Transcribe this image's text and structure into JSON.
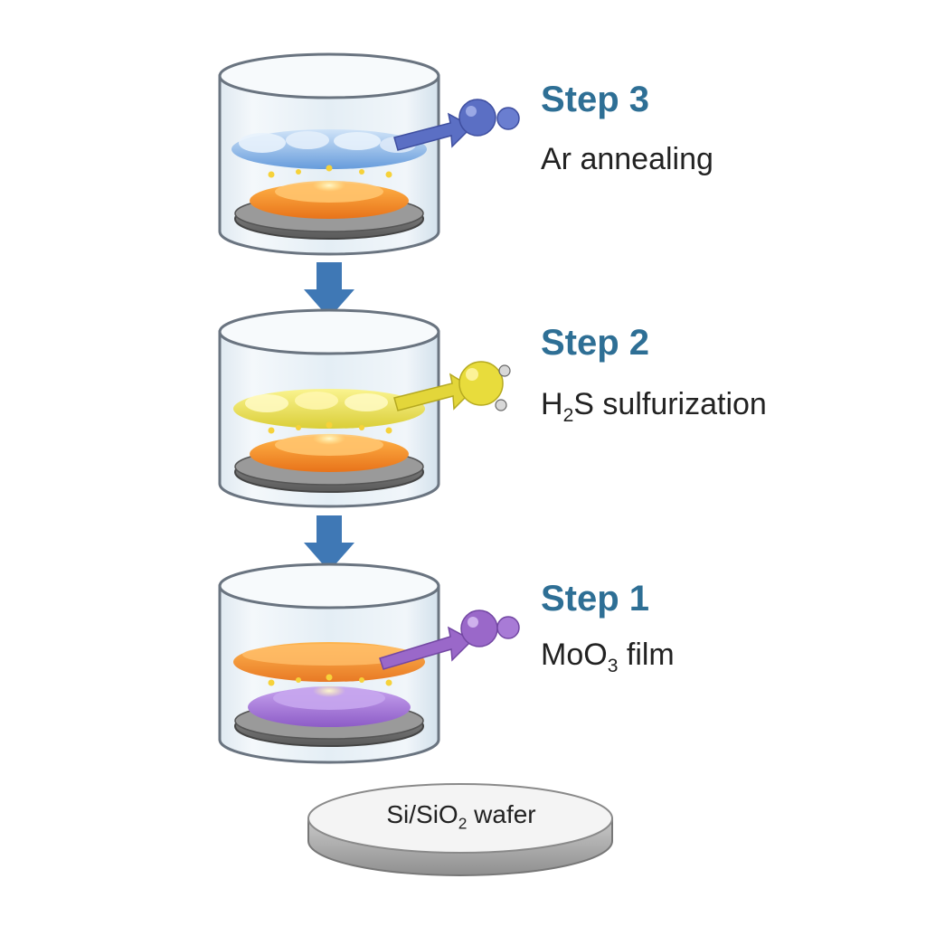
{
  "colors": {
    "step_title": "#2e6f95",
    "flow_arrow": "#3f78b5",
    "ar_gas": "#5b6fc4",
    "h2s_gas": "#e3d63a",
    "precursor_gas": "#9a68c9",
    "moo3_film": "#f08a2a",
    "sulfurized_layer": "#eee55a",
    "annealed_layer": "#7fb1e6",
    "substrate_purple": "#9b6fd0"
  },
  "steps": [
    {
      "title": "Step 3",
      "desc_main": "Ar annealing",
      "desc_sub": "",
      "desc_tail": ""
    },
    {
      "title": "Step 2",
      "desc_main": "H",
      "desc_sub": "2",
      "desc_tail": "S sulfurization"
    },
    {
      "title": "Step 1",
      "desc_main": "MoO",
      "desc_sub": "3",
      "desc_tail": " film"
    }
  ],
  "wafer": {
    "label_main": "Si/SiO",
    "label_sub": "2",
    "label_tail": " wafer"
  }
}
